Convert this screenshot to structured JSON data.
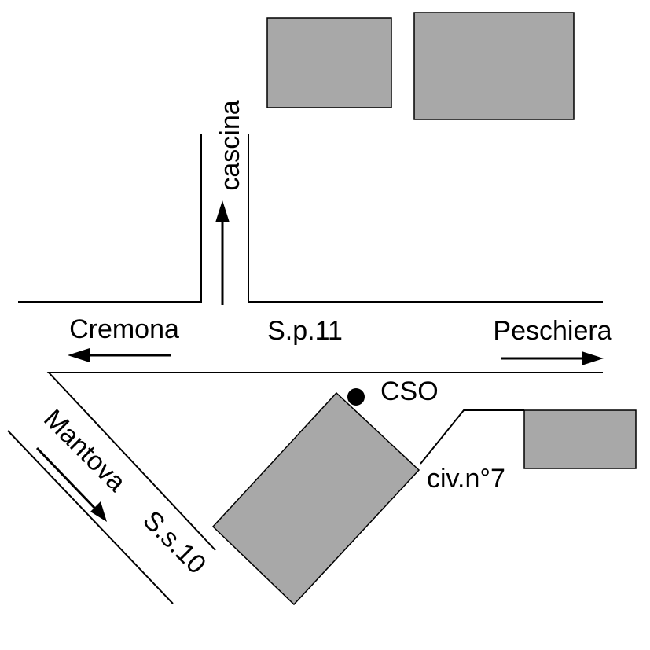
{
  "map": {
    "labels": {
      "cascina": "cascina",
      "cremona": "Cremona",
      "sp11": "S.p.11",
      "peschiera": "Peschiera",
      "cso": "CSO",
      "mantova": "Mantova",
      "ss10": "S.s.10",
      "civico": "civ.n°7"
    },
    "colors": {
      "building": "#a8a8a8",
      "line": "#000000",
      "background": "#ffffff"
    }
  }
}
